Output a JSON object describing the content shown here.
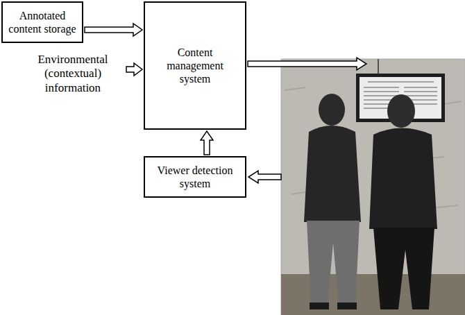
{
  "diagram": {
    "nodes": [
      {
        "text": [
          "Annotated content storage"
        ]
      },
      {
        "text": [
          "Content management system"
        ]
      },
      {
        "text": [
          "Viewer detection system"
        ]
      }
    ],
    "edges": [
      {
        "from": 0,
        "to": 1,
        "arrow": "to"
      },
      {
        "from": 2,
        "to": 1,
        "arrow": "to"
      }
    ],
    "labels": [
      "Environmental (contextual) information"
    ]
  }
}
